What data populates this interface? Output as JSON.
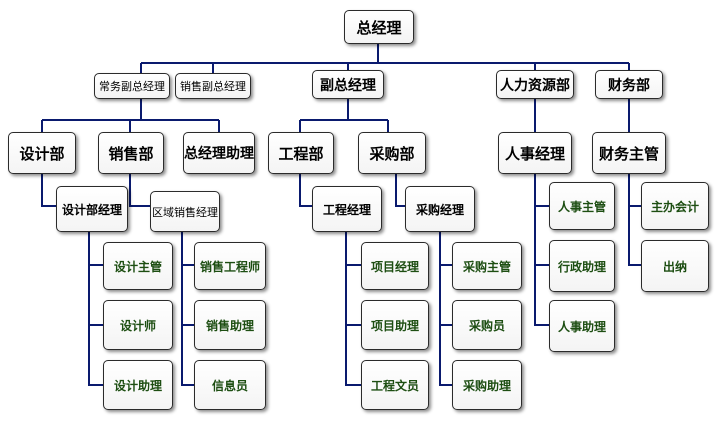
{
  "chart": {
    "root": "总经理",
    "level2": {
      "executive_vp": "常务副总经理",
      "sales_vp": "销售副总经理",
      "vp": "副总经理",
      "hr_dept": "人力资源部",
      "finance_dept": "财务部"
    },
    "level3": {
      "design_dept": "设计部",
      "sales_dept": "销售部",
      "gm_assistant": "总经理助理",
      "engineering_dept": "工程部",
      "purchasing_dept": "采购部",
      "hr_manager": "人事经理",
      "finance_supervisor": "财务主管"
    },
    "level4": {
      "design_manager": "设计部经理",
      "regional_sales_manager": "区域销售经理",
      "engineering_manager": "工程经理",
      "purchasing_manager": "采购经理",
      "hr_supervisor": "人事主管",
      "admin_assistant": "行政助理",
      "hr_assistant": "人事助理",
      "chief_accountant": "主办会计",
      "cashier": "出纳"
    },
    "leaves": {
      "design_supervisor": "设计主管",
      "designer": "设计师",
      "design_assistant": "设计助理",
      "sales_engineer": "销售工程师",
      "sales_assistant": "销售助理",
      "information_clerk": "信息员",
      "project_manager": "项目经理",
      "project_assistant": "项目助理",
      "engineering_clerk": "工程文员",
      "purchasing_supervisor": "采购主管",
      "purchaser": "采购员",
      "purchasing_assistant": "采购助理"
    },
    "colors": {
      "line": "#0a1a6e",
      "box_border": "#2b2b2b",
      "leaf_text": "#1d4e12"
    }
  }
}
